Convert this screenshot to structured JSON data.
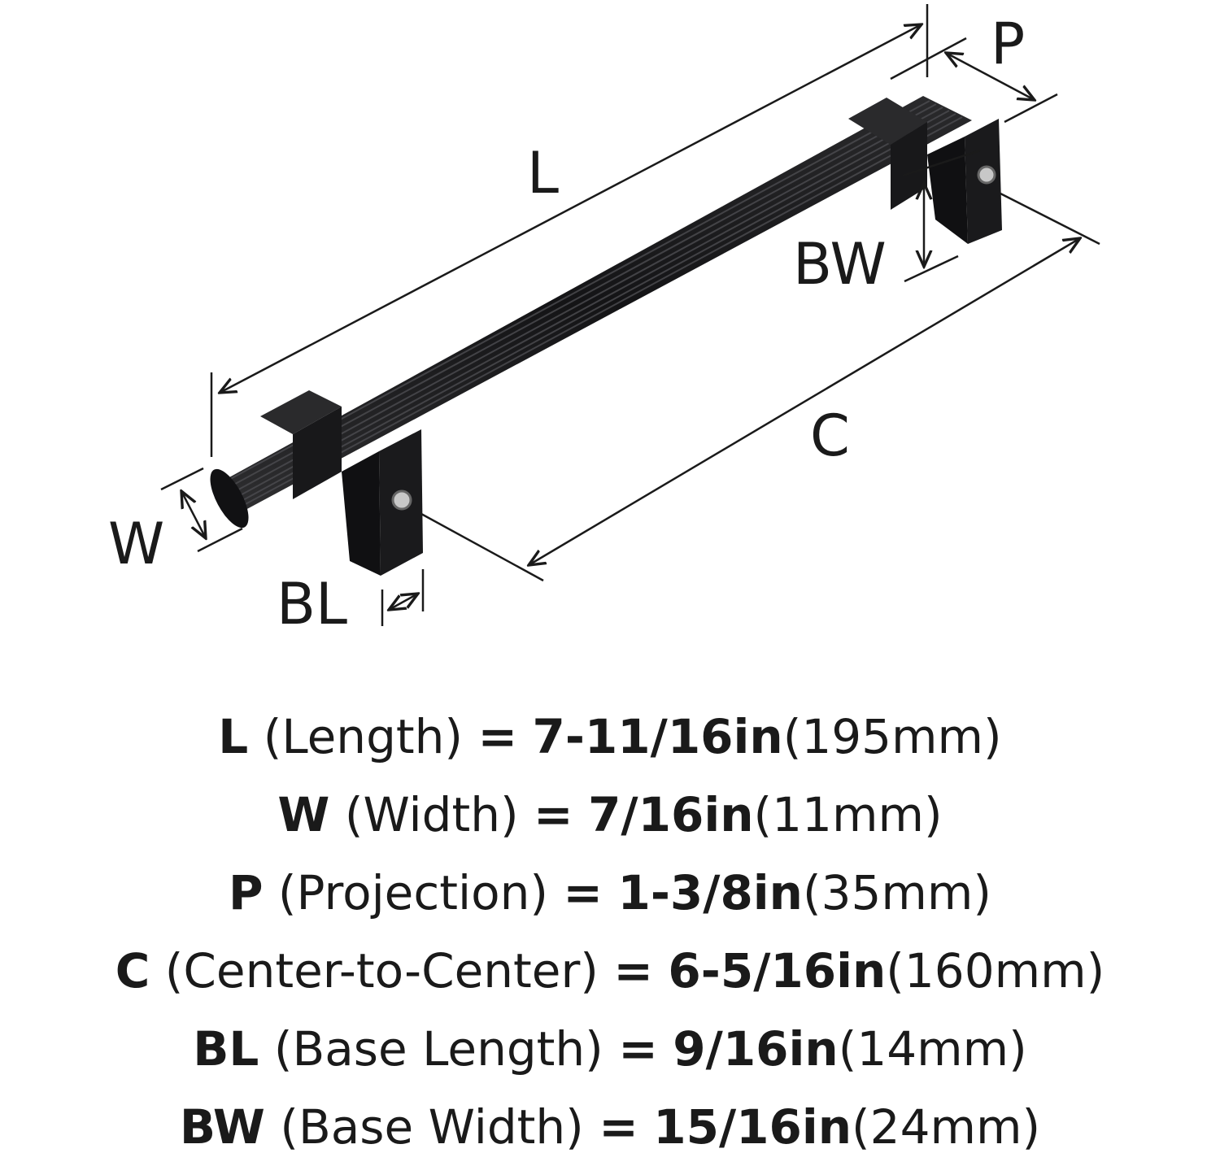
{
  "labels": {
    "L": "L",
    "P": "P",
    "BW": "BW",
    "C": "C",
    "W": "W",
    "BL": "BL"
  },
  "specs": [
    {
      "key": "L",
      "name": "(Length)",
      "eq": "=",
      "imperial": "7-11/16in",
      "metric": "(195mm)"
    },
    {
      "key": "W",
      "name": "(Width)",
      "eq": "=",
      "imperial": "7/16in",
      "metric": "(11mm)"
    },
    {
      "key": "P",
      "name": "(Projection)",
      "eq": "=",
      "imperial": "1-3/8in",
      "metric": "(35mm)"
    },
    {
      "key": "C",
      "name": "(Center-to-Center)",
      "eq": "=",
      "imperial": "6-5/16in",
      "metric": "(160mm)"
    },
    {
      "key": "BL",
      "name": "(Base Length)",
      "eq": "=",
      "imperial": "9/16in",
      "metric": "(14mm)"
    },
    {
      "key": "BW",
      "name": "(Base Width)",
      "eq": "=",
      "imperial": "15/16in",
      "metric": "(24mm)"
    }
  ],
  "colors": {
    "product": "#1c1c1e",
    "lines": "#1a1a1a",
    "background": "#ffffff",
    "insert": "#c8c8c8"
  }
}
